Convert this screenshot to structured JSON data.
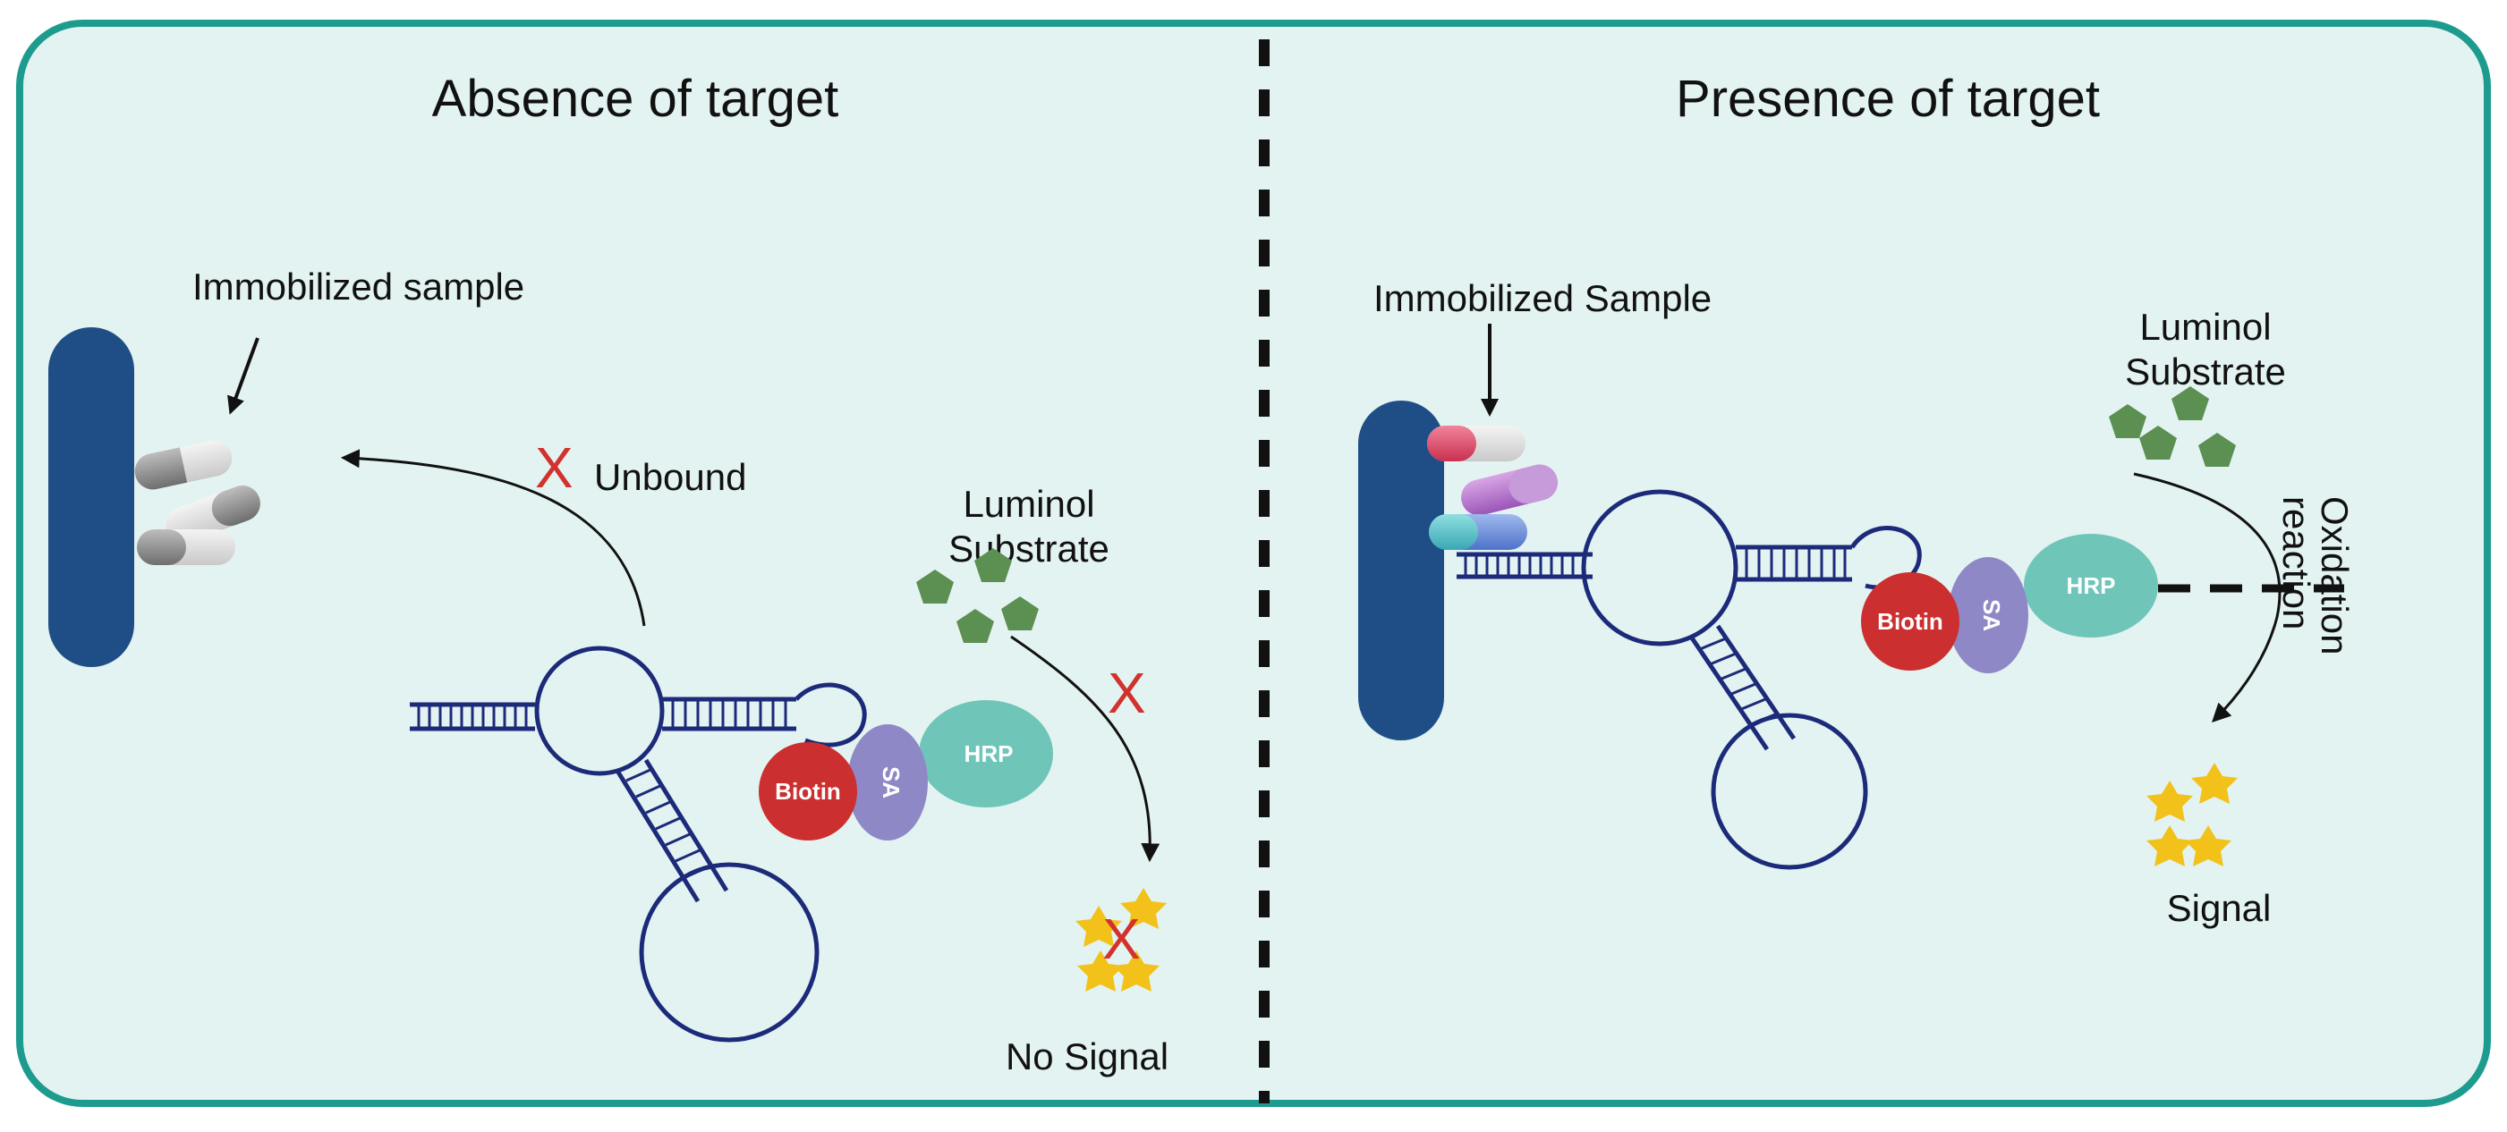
{
  "left_panel": {
    "title": "Absence of target",
    "immobilized_label": "Immobilized sample",
    "unbound_label": "Unbound",
    "substrate_line1": "Luminol",
    "substrate_line2": "Substrate",
    "biotin_label": "Biotin",
    "sa_label": "SA",
    "hrp_label": "HRP",
    "no_signal_label": "No Signal",
    "cross_mark": "X"
  },
  "right_panel": {
    "title": "Presence of target",
    "immobilized_label": "Immobilized Sample",
    "substrate_line1": "Luminol",
    "substrate_line2": "Substrate",
    "biotin_label": "Biotin",
    "sa_label": "SA",
    "hrp_label": "HRP",
    "oxidation_line1": "Oxidation",
    "oxidation_line2": "reaction",
    "signal_label": "Signal"
  },
  "colors": {
    "background": "#e3f3f1",
    "border": "#1e9b8f",
    "surface": "#1f4e86",
    "aptamer": "#1c2a7a",
    "biotin": "#cc2f2f",
    "sa": "#8f88c6",
    "hrp": "#6fc5b8",
    "substrate": "#5c8f52",
    "signal": "#f2c21b",
    "cross": "#d2322d"
  }
}
